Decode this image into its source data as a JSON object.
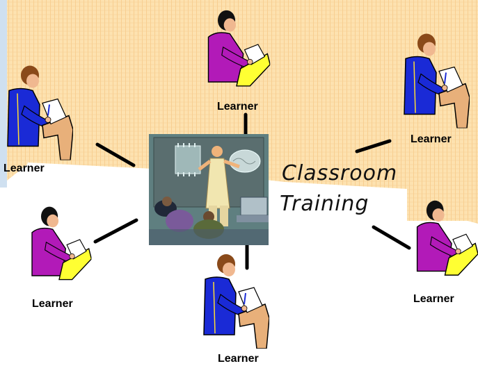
{
  "title": {
    "line1": "Classroom",
    "line2": "Training"
  },
  "learners": [
    {
      "label": "Learner",
      "role": "top"
    },
    {
      "label": "Learner",
      "role": "upper-left"
    },
    {
      "label": "Learner",
      "role": "upper-right"
    },
    {
      "label": "Learner",
      "role": "lower-left"
    },
    {
      "label": "Learner",
      "role": "bottom"
    },
    {
      "label": "Learner",
      "role": "lower-right"
    }
  ],
  "colors": {
    "background_pattern": "#fcd9a0",
    "shirt_purple": "#b01ab8",
    "shirt_blue": "#1a2ad6",
    "paper_yellow": "#ffff33",
    "desk_tan": "#e8b07a",
    "hair_brown": "#8a4a1a",
    "hair_black": "#111111"
  }
}
